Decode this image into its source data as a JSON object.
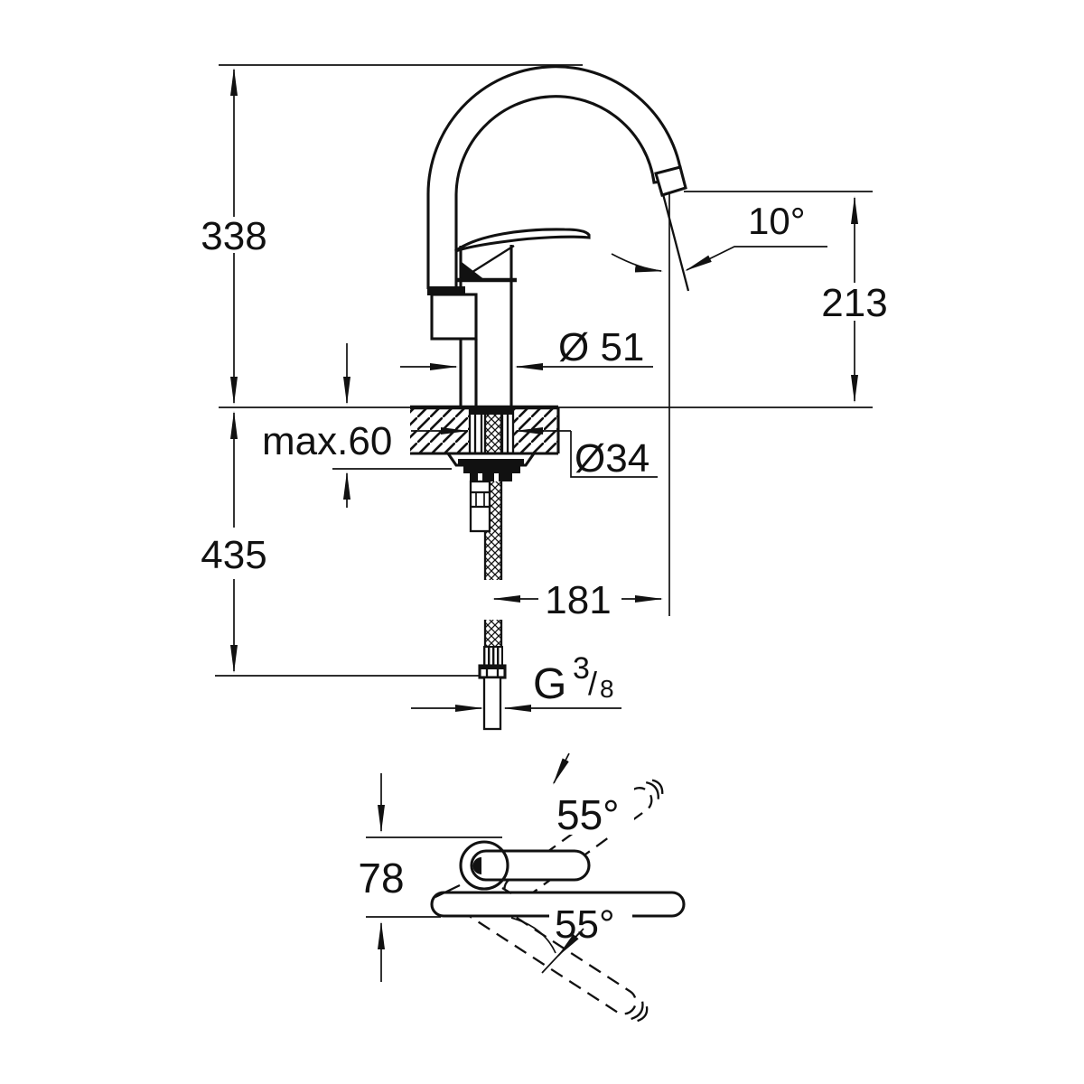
{
  "meta": {
    "drawing_type": "faucet technical dimension drawing",
    "line_color": "#111111",
    "background_color": "#ffffff"
  },
  "front_view": {
    "overall_height": "338",
    "below_deck_depth": "435",
    "deck_thickness_max": "max.60",
    "body_diameter": "Ø 51",
    "hole_diameter": "Ø34",
    "outlet_height": "213",
    "outlet_angle": "10°",
    "spout_reach": "181",
    "thread_letter": "G",
    "thread_numerator": "3",
    "thread_slash": "/",
    "thread_denominator": "8"
  },
  "plan_view": {
    "body_depth": "78",
    "swivel_angle_upper": "55°",
    "swivel_angle_lower": "55°"
  }
}
